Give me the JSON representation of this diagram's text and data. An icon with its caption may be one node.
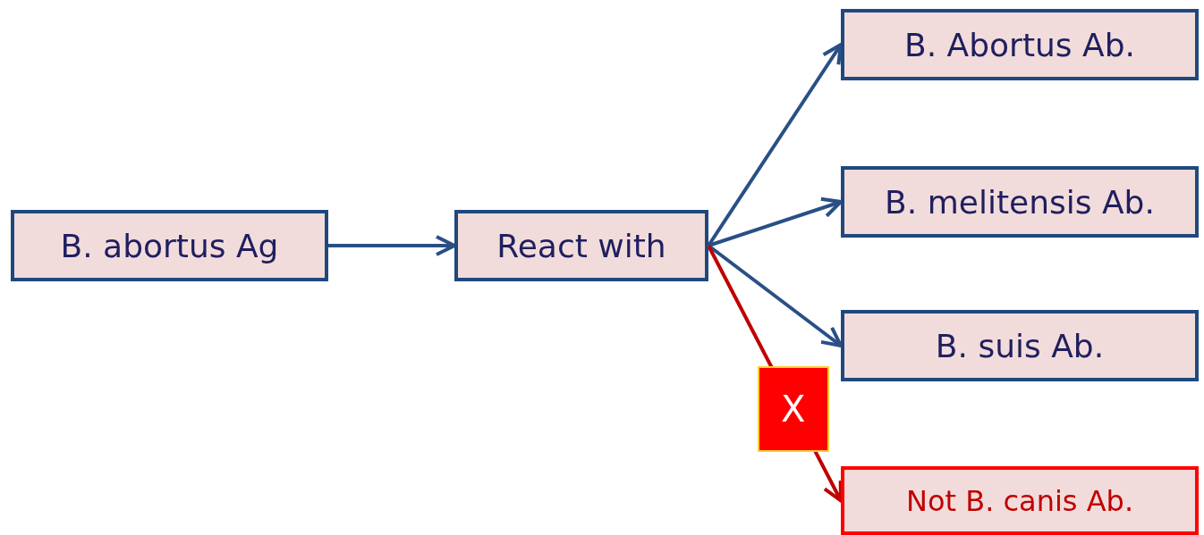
{
  "diagram": {
    "nodes": [
      {
        "text": [
          "B. abortus Ag"
        ]
      },
      {
        "text": [
          "React with"
        ]
      },
      {
        "text": [
          "B. Abortus Ab."
        ]
      },
      {
        "text": [
          "B. melitensis Ab."
        ]
      },
      {
        "text": [
          "B. suis Ab."
        ]
      },
      {
        "text": [
          "Not B. canis Ab."
        ]
      }
    ],
    "edges": [
      {
        "from": 0,
        "to": 1,
        "arrow": "to"
      },
      {
        "from": 1,
        "to": 2,
        "arrow": "to"
      },
      {
        "from": 1,
        "to": 3,
        "arrow": "to"
      },
      {
        "from": 1,
        "to": 4,
        "arrow": "to"
      },
      {
        "from": 1,
        "to": 5,
        "arrow": "to",
        "label": "X",
        "color": "#c00000"
      }
    ]
  }
}
